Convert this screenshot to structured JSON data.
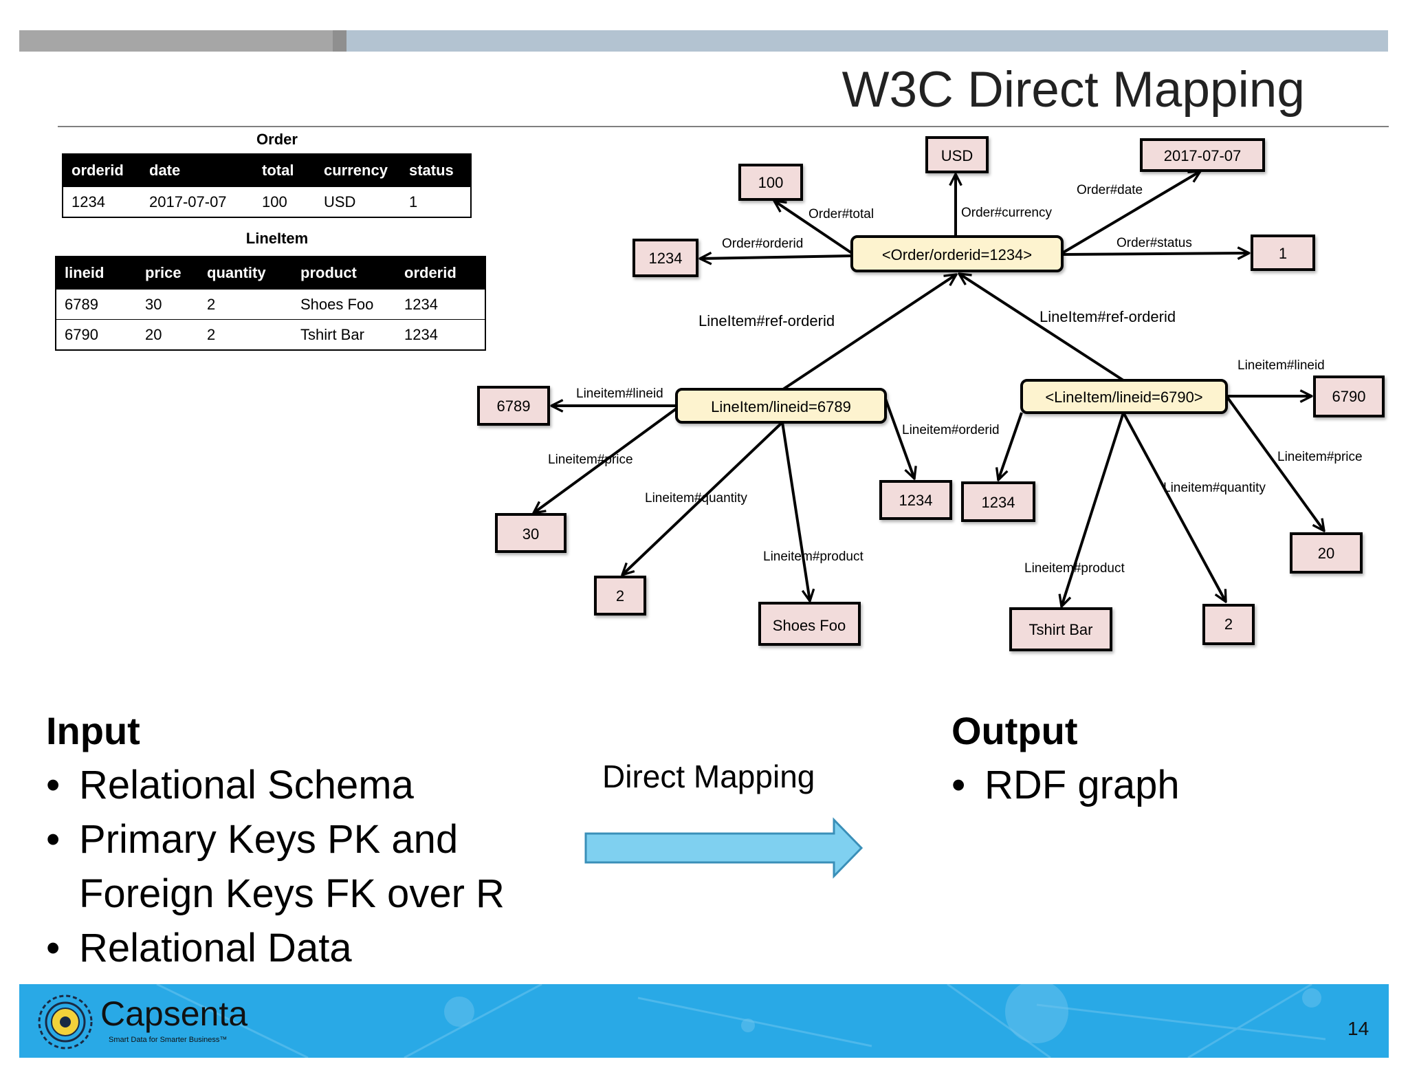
{
  "slide": {
    "title": "W3C Direct Mapping",
    "page_number": "14"
  },
  "order_table": {
    "caption": "Order",
    "headers": [
      "orderid",
      "date",
      "total",
      "currency",
      "status"
    ],
    "rows": [
      [
        "1234",
        "2017-07-07",
        "100",
        "USD",
        "1"
      ]
    ]
  },
  "lineitem_table": {
    "caption": "LineItem",
    "headers": [
      "lineid",
      "price",
      "quantity",
      "product",
      "orderid"
    ],
    "rows": [
      [
        "6789",
        "30",
        "2",
        "Shoes Foo",
        "1234"
      ],
      [
        "6790",
        "20",
        "2",
        "Tshirt Bar",
        "1234"
      ]
    ]
  },
  "graph": {
    "nodes": {
      "order": "<Order/orderid=1234>",
      "usd": "USD",
      "date": "2017-07-07",
      "total": "100",
      "orderid": "1234",
      "status": "1",
      "li1": "LineItem/lineid=6789",
      "li2": "<LineItem/lineid=6790>",
      "li1_id": "6789",
      "li1_price": "30",
      "li1_qty": "2",
      "li1_prod": "Shoes Foo",
      "li1_order": "1234",
      "li2_order": "1234",
      "li2_prod": "Tshirt Bar",
      "li2_qty": "2",
      "li2_price": "20",
      "li2_id": "6790"
    },
    "edges": {
      "order_currency": "Order#currency",
      "order_date": "Order#date",
      "order_total": "Order#total",
      "order_orderid": "Order#orderid",
      "order_status": "Order#status",
      "li1_ref": "LineItem#ref-orderid",
      "li2_ref": "LineItem#ref-orderid",
      "li1_lineid": "Lineitem#lineid",
      "li1_price": "Lineitem#price",
      "li1_quantity": "Lineitem#quantity",
      "li1_product": "Lineitem#product",
      "li1_orderid": "Lineitem#orderid",
      "li2_lineid": "Lineitem#lineid",
      "li2_price": "Lineitem#price",
      "li2_quantity": "Lineitem#quantity",
      "li2_product": "Lineitem#product"
    }
  },
  "input": {
    "heading": "Input",
    "items": [
      "Relational Schema",
      "Primary Keys PK and",
      "Foreign Keys FK over R",
      "Relational Data"
    ]
  },
  "mapping": {
    "label": "Direct Mapping"
  },
  "output": {
    "heading": "Output",
    "items": [
      "RDF graph"
    ]
  },
  "footer": {
    "brand": "Capsenta",
    "tagline": "Smart Data for Smarter Business™"
  },
  "colors": {
    "entity_fill": "#fdf3cf",
    "literal_fill": "#f2dcdb",
    "arrow_fill": "#7fd0f0",
    "footer_bg": "#29a9e6"
  }
}
